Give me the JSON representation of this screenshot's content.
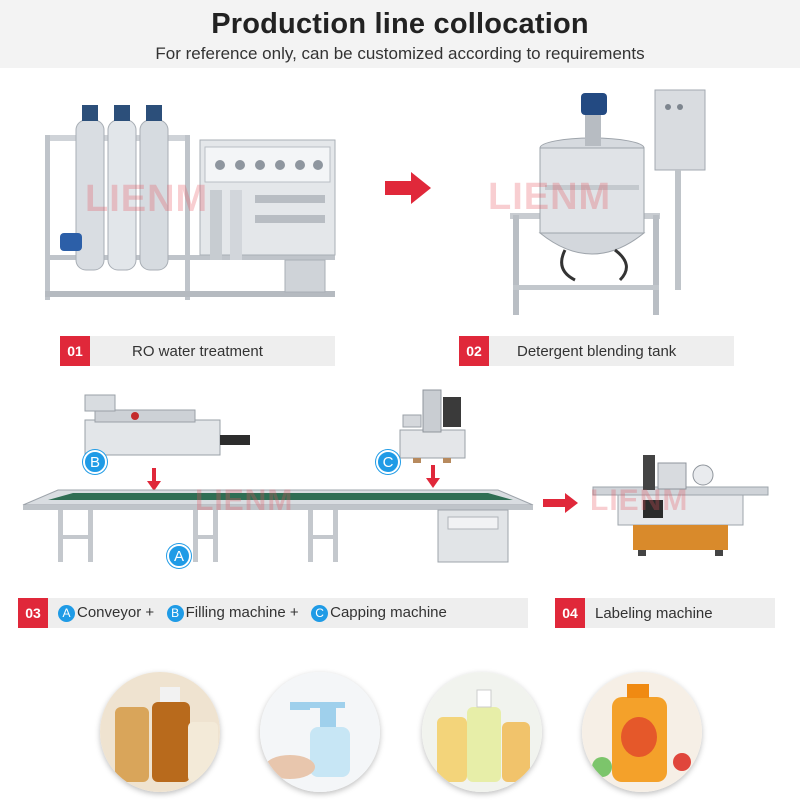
{
  "header": {
    "title": "Production line collocation",
    "subtitle": "For reference only, can be customized according to requirements"
  },
  "watermark": "LIENM",
  "steps": [
    {
      "num": "01",
      "label": "RO water treatment"
    },
    {
      "num": "02",
      "label": "Detergent blending tank"
    },
    {
      "num": "03",
      "parts": [
        {
          "badge": "A",
          "label": "Conveyor +"
        },
        {
          "badge": "B",
          "label": "Filling machine +"
        },
        {
          "badge": "C",
          "label": "Capping machine"
        }
      ]
    },
    {
      "num": "04",
      "label": "Labeling machine"
    }
  ],
  "badges": {
    "a": "A",
    "b": "B",
    "c": "C"
  },
  "colors": {
    "accent_red": "#e0283a",
    "badge_blue": "#1f9be6",
    "label_bg": "#eeeeee",
    "header_bg": "#f3f3f3"
  },
  "products": [
    {
      "icon": "amber-bottles-photo"
    },
    {
      "icon": "pump-dispenser-photo"
    },
    {
      "icon": "soap-bottles-photo"
    },
    {
      "icon": "detergent-bottle-photo"
    }
  ]
}
